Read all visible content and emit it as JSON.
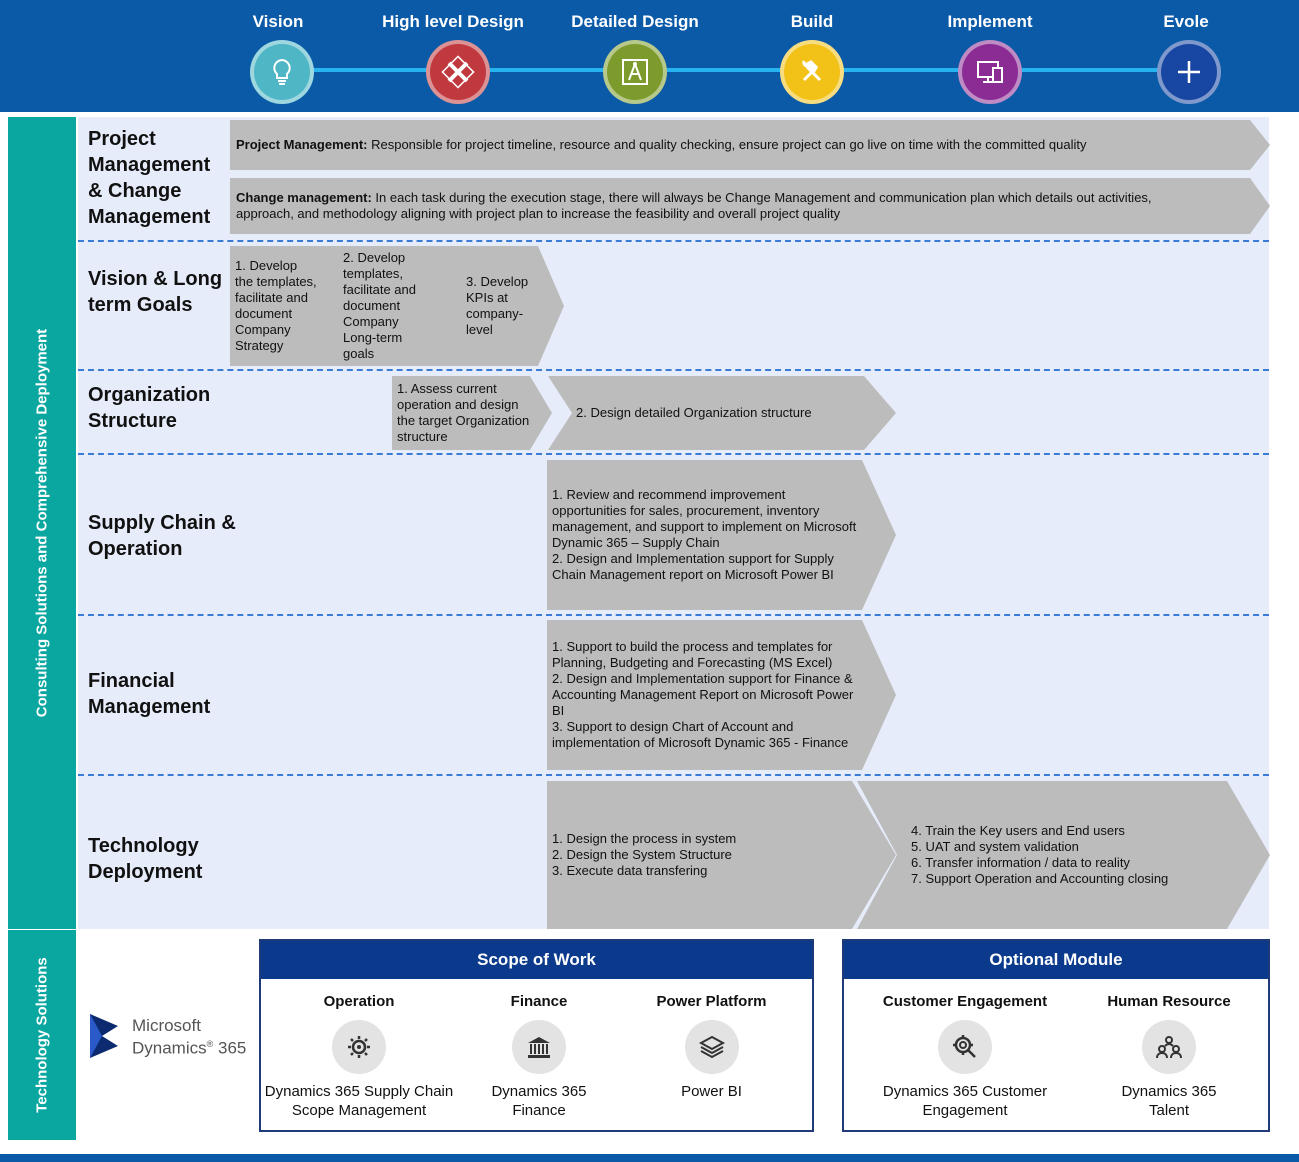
{
  "phases": [
    {
      "label": "Vision",
      "icon": "lightbulb-icon",
      "color": "#4fb6c5"
    },
    {
      "label": "High level Design",
      "icon": "design-tools-icon",
      "color": "#c0393e"
    },
    {
      "label": "Detailed Design",
      "icon": "compass-drafting-icon",
      "color": "#7d9b2d"
    },
    {
      "label": "Build",
      "icon": "hammer-wrench-icon",
      "color": "#f2c219"
    },
    {
      "label": "Implement",
      "icon": "devices-icon",
      "color": "#8b2c94"
    },
    {
      "label": "Evole",
      "icon": "plus-icon",
      "color": "#1846a3"
    }
  ],
  "sidebars": {
    "consulting": "Consulting Solutions and Comprehensive Deployment",
    "technology": "Technology Solutions"
  },
  "rows": {
    "project": {
      "title": "Project Management & Change Management",
      "pm_bold": "Project Management:",
      "pm_text": " Responsible for project timeline, resource and quality checking, ensure project can go live on time with the committed quality",
      "cm_bold": "Change management:",
      "cm_text": " In each task during the execution stage, there will always be Change Management and communication plan which details out activities, approach, and methodology aligning with project plan to increase the feasibility and overall project quality"
    },
    "vision": {
      "title": "Vision & Long term Goals",
      "steps": [
        "1. Develop the templates, facilitate and document Company Strategy",
        "2. Develop templates, facilitate and document Company Long-term goals",
        "3. Develop KPIs at company-level"
      ]
    },
    "organization": {
      "title": "Organization Structure",
      "steps": [
        "1. Assess current operation and design the target Organization structure",
        "2. Design detailed Organization structure"
      ]
    },
    "supply": {
      "title": "Supply Chain & Operation",
      "step": "1. Review and recommend improvement opportunities for sales, procurement, inventory management, and support to implement on Microsoft Dynamic 365 – Supply Chain\n2. Design and Implementation support for Supply Chain Management report on Microsoft Power BI"
    },
    "financial": {
      "title": "Financial Management",
      "step": "1. Support to build the process and templates for Planning, Budgeting and Forecasting (MS Excel)\n2. Design and Implementation support for Finance & Accounting Management Report on Microsoft Power BI\n3. Support to design Chart of Account and implementation of Microsoft Dynamic 365 - Finance"
    },
    "technology": {
      "title": "Technology Deployment",
      "steps": [
        "1. Design the process in system\n2. Design the System Structure\n3. Execute data transfering",
        "4. Train the Key users and End users\n5. UAT and system validation\n6. Transfer information / data to reality\n7. Support Operation and Accounting closing"
      ]
    }
  },
  "logo": {
    "line1": "Microsoft",
    "line2": "Dynamics",
    "sup": "®",
    "line2b": " 365"
  },
  "scope": {
    "title": "Scope of Work",
    "modules": [
      {
        "title": "Operation",
        "icon": "gear-cycle-icon",
        "desc": "Dynamics 365 Supply Chain Scope Management"
      },
      {
        "title": "Finance",
        "icon": "bank-icon",
        "desc": "Dynamics 365 Finance"
      },
      {
        "title": "Power Platform",
        "icon": "layers-icon",
        "desc": "Power BI"
      }
    ]
  },
  "optional": {
    "title": "Optional Module",
    "modules": [
      {
        "title": "Customer Engagement",
        "icon": "gear-search-icon",
        "desc": "Dynamics 365 Customer Engagement"
      },
      {
        "title": "Human Resource",
        "icon": "people-group-icon",
        "desc": "Dynamics 365 Talent"
      }
    ]
  },
  "colors": {
    "header": "#0a5aa8",
    "sidebar": "#0aa6a0",
    "row_bg": "#e6ecfa",
    "arrow": "#bcbcbc",
    "box_head": "#0b3a8c"
  }
}
